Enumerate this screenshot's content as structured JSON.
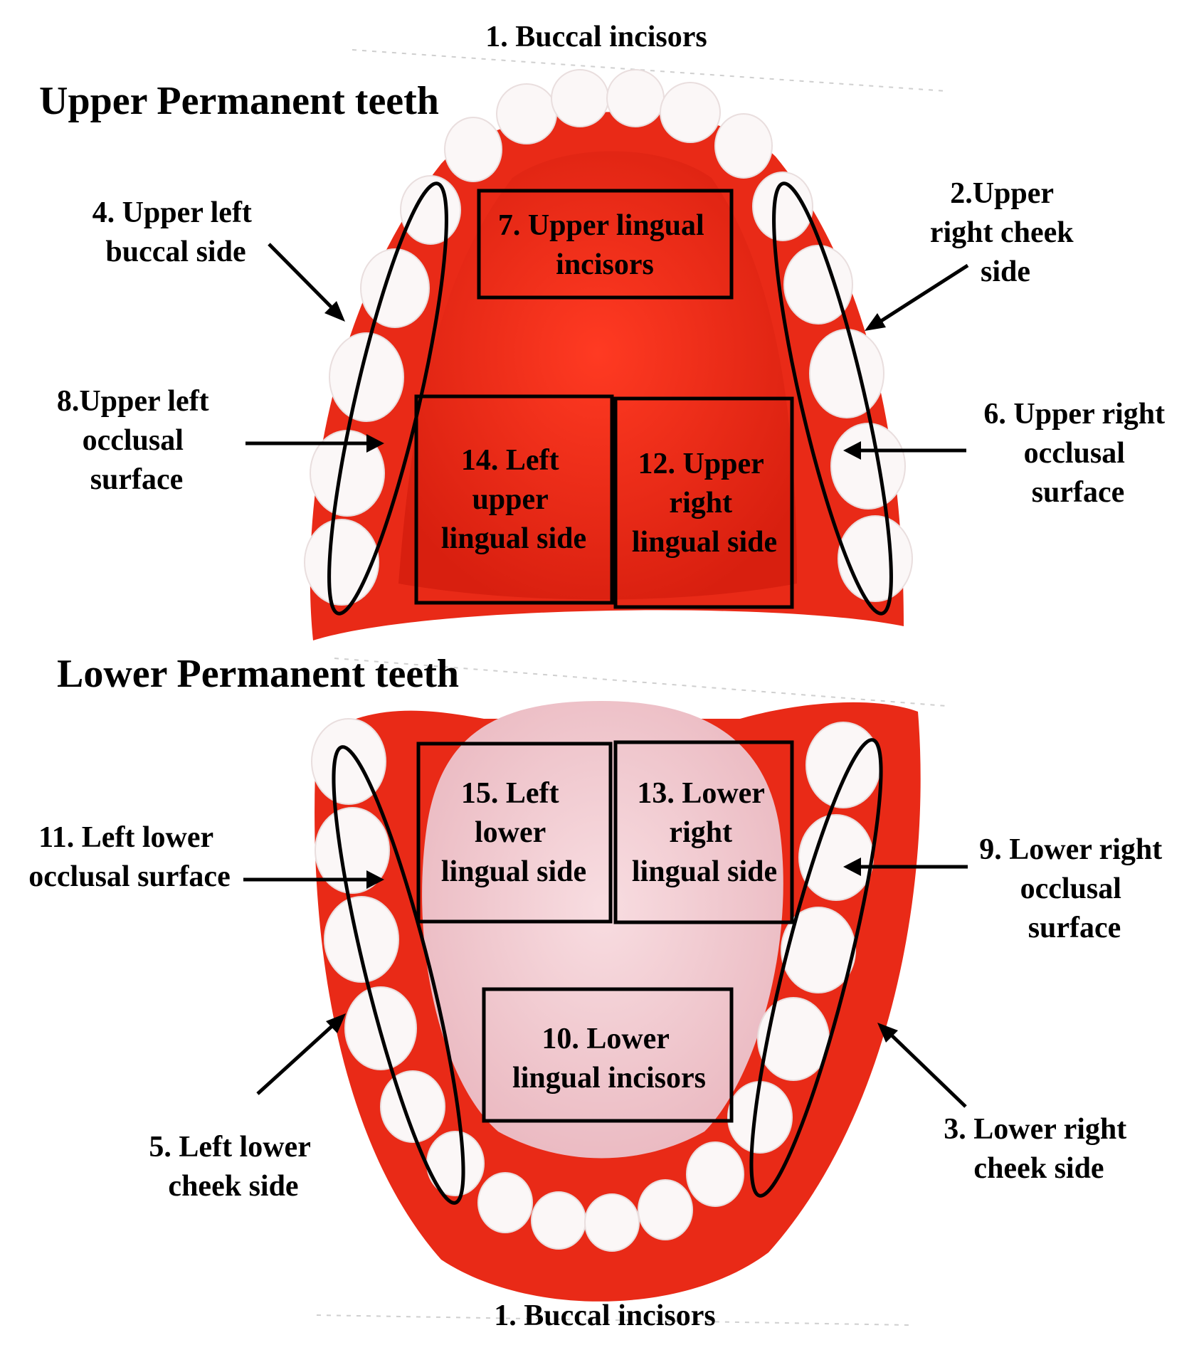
{
  "titles": {
    "upper": "Upper Permanent teeth",
    "lower": "Lower Permanent teeth"
  },
  "labels": {
    "top_buccal": "1. Buccal incisors",
    "bottom_buccal": "1. Buccal incisors",
    "upper_right_cheek": [
      "2.Upper",
      "right cheek",
      "side"
    ],
    "lower_right_cheek": [
      "3. Lower right",
      "cheek side"
    ],
    "upper_left_buccal": [
      "4. Upper left",
      "buccal side"
    ],
    "left_lower_cheek": [
      "5. Left lower",
      "cheek side"
    ],
    "upper_right_occlusal": [
      "6. Upper right",
      "occlusal",
      "surface"
    ],
    "upper_lingual_incisors": [
      "7. Upper lingual",
      "incisors"
    ],
    "upper_left_occlusal": [
      "8.Upper left",
      "occlusal",
      "surface"
    ],
    "lower_right_occlusal": [
      "9. Lower right",
      "occlusal",
      "surface"
    ],
    "lower_lingual_incisors": [
      "10. Lower",
      "lingual incisors"
    ],
    "left_lower_occlusal": [
      "11. Left lower",
      "occlusal surface"
    ],
    "upper_right_lingual": [
      "12. Upper",
      "right",
      "lingual side"
    ],
    "lower_right_lingual": [
      "13. Lower",
      "right",
      "lingual side"
    ],
    "left_upper_lingual": [
      "14. Left",
      "upper",
      "lingual side"
    ],
    "left_lower_lingual": [
      "15. Left",
      "lower",
      "lingual side"
    ]
  },
  "colors": {
    "gum": "#e92a17",
    "gum_dark": "#c81d0e",
    "tooth": "#fbf7f7",
    "tongue": "#f3cfd4",
    "outline": "#000000"
  }
}
